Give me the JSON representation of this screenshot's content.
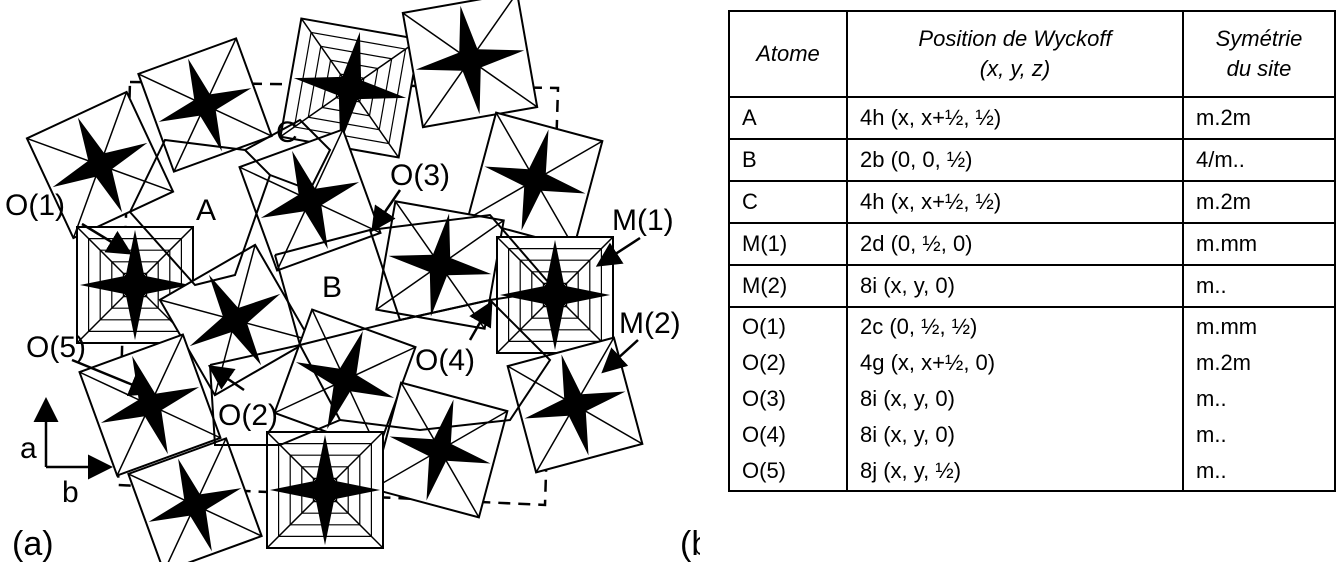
{
  "figure": {
    "panel_a": "(a)",
    "panel_b": "(b)",
    "site_labels": [
      "A",
      "B",
      "C"
    ],
    "oxygen_labels": [
      "O(1)",
      "O(2)",
      "O(3)",
      "O(4)",
      "O(5)"
    ],
    "metal_labels": [
      "M(1)",
      "M(2)"
    ],
    "axis_labels": [
      "a",
      "b"
    ]
  },
  "table": {
    "headers": [
      [
        "Atome"
      ],
      [
        "Position de Wyckoff",
        "(x, y, z)"
      ],
      [
        "Symétrie",
        "du site"
      ]
    ],
    "rows": [
      {
        "atom": "A",
        "position": "4h (x, x+½, ½)",
        "symmetry": "m.2m"
      },
      {
        "atom": "B",
        "position": "2b (0, 0, ½)",
        "symmetry": "4/m.."
      },
      {
        "atom": "C",
        "position": "4h (x, x+½, ½)",
        "symmetry": "m.2m"
      },
      {
        "atom": "M(1)",
        "position": "2d (0, ½, 0)",
        "symmetry": "m.mm"
      },
      {
        "atom": "M(2)",
        "position": "8i (x, y, 0)",
        "symmetry": "m.."
      }
    ],
    "oxygen_rows": [
      {
        "atom": "O(1)",
        "position": "2c (0, ½, ½)",
        "symmetry": "m.mm"
      },
      {
        "atom": "O(2)",
        "position": "4g (x, x+½, 0)",
        "symmetry": "m.2m"
      },
      {
        "atom": "O(3)",
        "position": "8i (x, y, 0)",
        "symmetry": "m.."
      },
      {
        "atom": "O(4)",
        "position": "8i (x, y, 0)",
        "symmetry": "m.."
      },
      {
        "atom": "O(5)",
        "position": "8j (x, y, ½)",
        "symmetry": "m.."
      }
    ]
  }
}
